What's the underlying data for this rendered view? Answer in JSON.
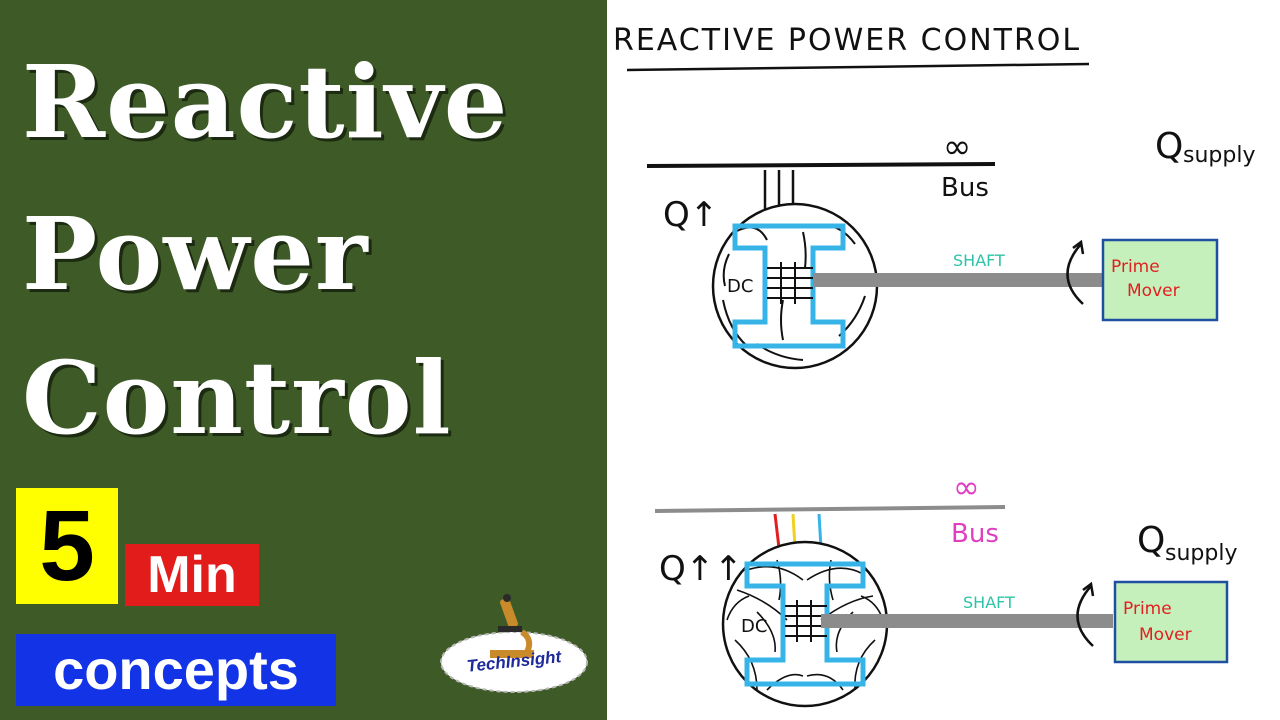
{
  "title_lines": [
    "Reactive",
    "Power",
    "Control"
  ],
  "badges": {
    "number": "5",
    "min": "Min",
    "concepts": "concepts"
  },
  "logo": {
    "text": "TechInsight"
  },
  "diagram": {
    "heading": "REACTIVE POWER CONTROL",
    "top": {
      "infinity": "∞",
      "bus": "Bus",
      "q_arrow": "Q↑",
      "q_supply": "Q",
      "q_supply_sub": "supply",
      "dc": "DC",
      "shaft": "SHAFT",
      "prime_line1": "Prime",
      "prime_line2": "Mover"
    },
    "bottom": {
      "infinity": "∞",
      "bus": "Bus",
      "q_arrow": "Q↑↑",
      "q_supply": "Q",
      "q_supply_sub": "supply",
      "dc": "DC",
      "shaft": "SHAFT",
      "prime_line1": "Prime",
      "prime_line2": "Mover"
    },
    "colors": {
      "rotor_blue": "#36b4e8",
      "shaft_gray": "#8c8c8c",
      "stator_fill": "#ffffff",
      "prime_fill": "#c5f0bc",
      "prime_text": "#e02020",
      "shaft_text": "#2ec3a8",
      "bus_pink": "#e040c0",
      "wire_red": "#e02020",
      "wire_yellow": "#f0d020",
      "wire_blue": "#36b4e8"
    }
  }
}
